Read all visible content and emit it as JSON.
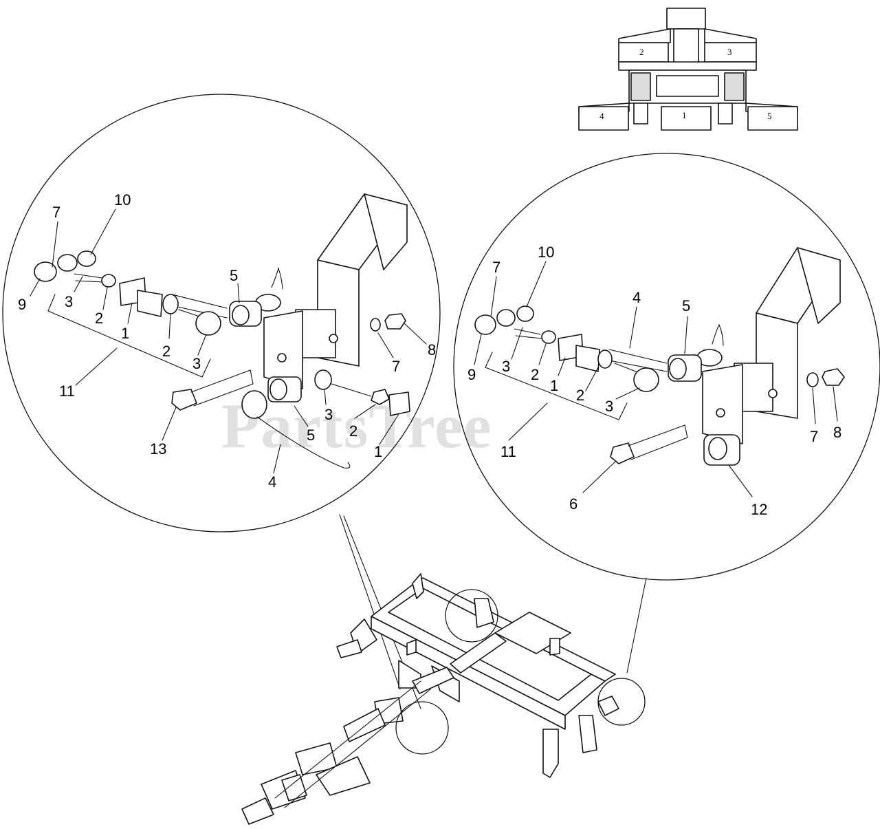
{
  "watermark": "PartsTree",
  "overview_labels": {
    "a": "1",
    "b": "2",
    "c": "3",
    "d": "4",
    "e": "5"
  },
  "left_callouts": {
    "n7": "7",
    "n10": "10",
    "n9": "9",
    "n3a": "3",
    "n2a": "2",
    "n1a": "1",
    "n2b": "2",
    "n3b": "3",
    "n11": "11",
    "n5a": "5",
    "n7b": "7",
    "n8": "8",
    "n13": "13",
    "n5b": "5",
    "n3c": "3",
    "n2c": "2",
    "n1b": "1",
    "n4": "4"
  },
  "right_callouts": {
    "n7": "7",
    "n10": "10",
    "n4": "4",
    "n5": "5",
    "n9": "9",
    "n3a": "3",
    "n2a": "2",
    "n1": "1",
    "n2b": "2",
    "n3b": "3",
    "n11": "11",
    "n7b": "7",
    "n8": "8",
    "n6": "6",
    "n12": "12"
  }
}
